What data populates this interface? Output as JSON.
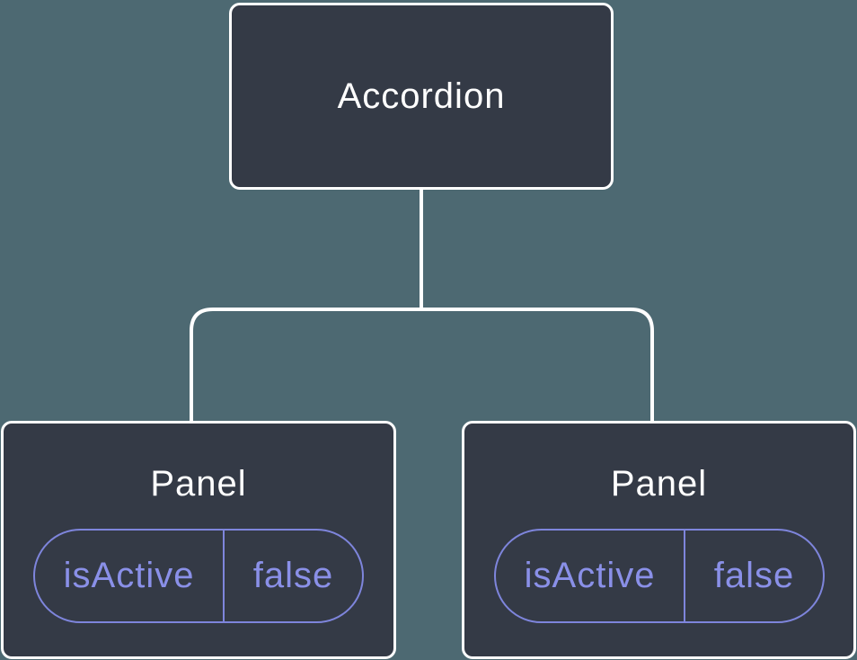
{
  "diagram": {
    "type": "component-tree",
    "root": {
      "label": "Accordion"
    },
    "panels": [
      {
        "label": "Panel",
        "state": {
          "key": "isActive",
          "value": "false"
        }
      },
      {
        "label": "Panel",
        "state": {
          "key": "isActive",
          "value": "false"
        }
      }
    ]
  },
  "colors": {
    "background": "#4D6972",
    "node_fill": "#343A46",
    "node_border": "#FFFFFF",
    "connector_line": "#FFFFFF",
    "node_text": "#FFFFFF",
    "pill_border": "#7E85DC",
    "pill_text": "#8A90E8"
  }
}
